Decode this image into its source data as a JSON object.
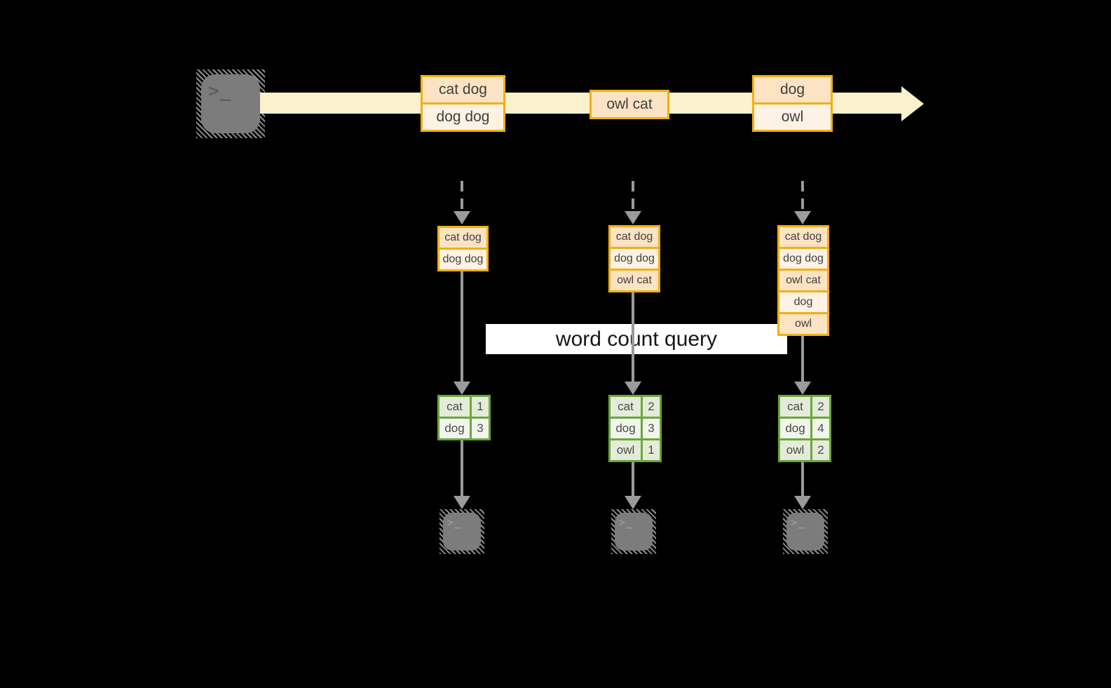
{
  "query": {
    "label": "word count query"
  },
  "stream": {
    "batches": [
      {
        "rows": [
          "cat dog",
          "dog dog"
        ]
      },
      {
        "rows": [
          "owl cat"
        ]
      },
      {
        "rows": [
          "dog",
          "owl"
        ]
      }
    ]
  },
  "snapshots": [
    {
      "rows": [
        "cat dog",
        "dog dog"
      ]
    },
    {
      "rows": [
        "cat dog",
        "dog dog",
        "owl cat"
      ]
    },
    {
      "rows": [
        "cat dog",
        "dog dog",
        "owl cat",
        "dog",
        "owl"
      ]
    }
  ],
  "results": [
    {
      "rows": [
        {
          "word": "cat",
          "count": "1"
        },
        {
          "word": "dog",
          "count": "3"
        }
      ]
    },
    {
      "rows": [
        {
          "word": "cat",
          "count": "2"
        },
        {
          "word": "dog",
          "count": "3"
        },
        {
          "word": "owl",
          "count": "1"
        }
      ]
    },
    {
      "rows": [
        {
          "word": "cat",
          "count": "2"
        },
        {
          "word": "dog",
          "count": "4"
        },
        {
          "word": "owl",
          "count": "2"
        }
      ]
    }
  ],
  "icons": {
    "terminal_glyph": ">_"
  },
  "colors": {
    "orange": "#f0b011",
    "peach_dark": "#fbe3c4",
    "peach_light": "#fdf2e3",
    "cream": "#fcf1cd",
    "green": "#69a83c",
    "green_dark": "#e4ebd9",
    "green_light": "#f1f5ec",
    "gray": "#9b9b9b",
    "terminal": "#7c7c7c",
    "text_dark": "#3f3f3f",
    "label_text": "#161616",
    "white": "#ffffff"
  }
}
